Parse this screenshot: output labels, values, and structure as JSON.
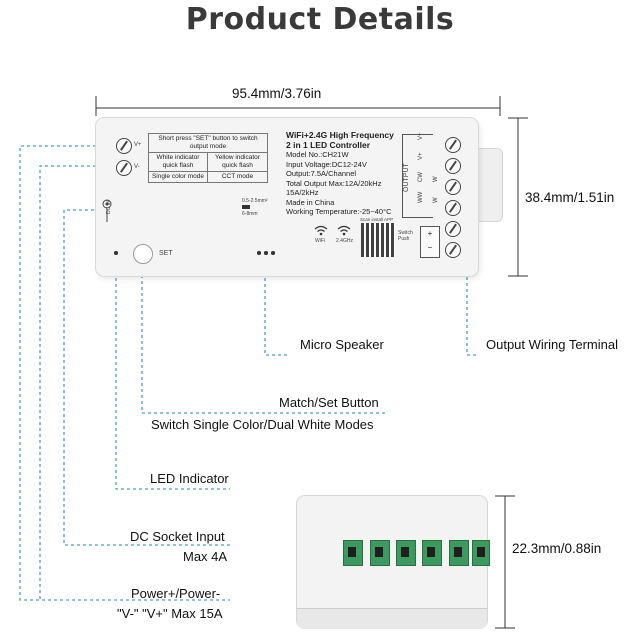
{
  "title": "Product Details",
  "dimensions": {
    "width": "95.4mm/3.76in",
    "height": "38.4mm/1.51in",
    "depth": "22.3mm/0.88in"
  },
  "device": {
    "function_table": {
      "header": "Short press \"SET\" button to switch output mode",
      "row1_left": "White indicator quick flash",
      "row1_right": "Yellow indicator quick flash",
      "row2_left": "Single color mode",
      "row2_right": "CCT mode"
    },
    "spec": {
      "heading1": "WiFi+2.4G High Frequency",
      "heading2": "2 in 1 LED Controller",
      "model": "Model No.:CH21W",
      "input": "Input Voltage:DC12-24V",
      "output": "Output:7.5A/Channel",
      "total1": "Total Output Max:12A/20kHz",
      "total2": "15A/2kHz",
      "made": "Made in China",
      "temp": "Working Temperature:-25~40°C"
    },
    "input_terminals": [
      "V+",
      "V-"
    ],
    "dc_label": "DC IN",
    "output_label": "OUTPUT",
    "output_terminals": [
      "V+",
      "V+",
      "CW",
      "WW",
      "W",
      "W"
    ],
    "set_label": "SET",
    "wifi_label": "WiFi",
    "rf_label": "2.4GHz",
    "scan_label": "Scan install APP",
    "push_label": "Switch Push",
    "strip_label": "0.5-2.5mm²",
    "strip_len": "6-8mm"
  },
  "callouts": {
    "micro_speaker": "Micro Speaker",
    "output_terminal": "Output Wiring Terminal",
    "match_button": "Match/Set Button",
    "switch_modes": "Switch Single Color/Dual White Modes",
    "led_indicator": "LED Indicator",
    "dc_socket": "DC Socket Input",
    "dc_max": "Max 4A",
    "power": "Power+/Power-",
    "power_max": "\"V-\" \"V+\" Max 15A"
  },
  "colors": {
    "leader_line": "#4a9fc8",
    "terminal_green": "#3c9a5f"
  }
}
